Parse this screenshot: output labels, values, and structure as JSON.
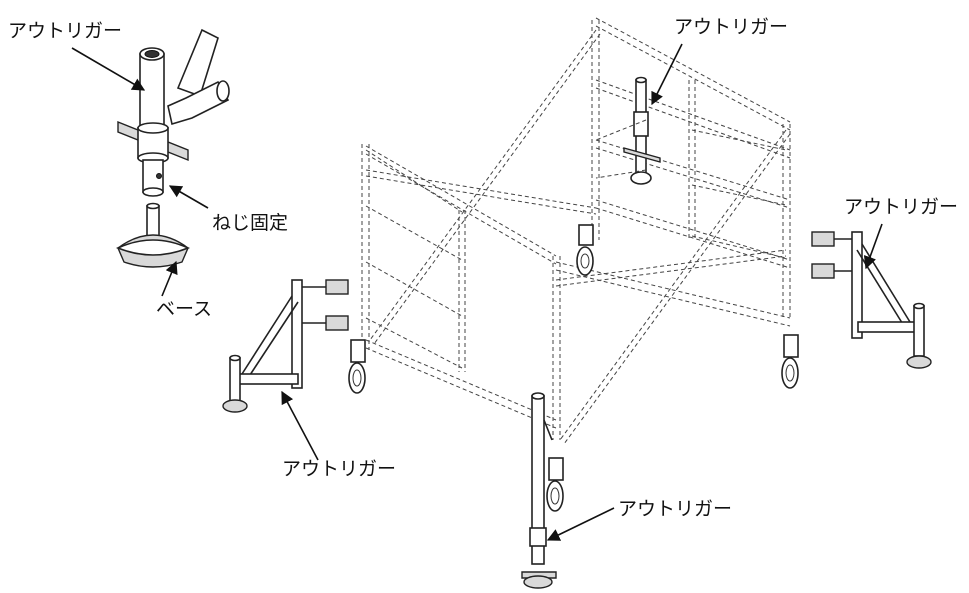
{
  "labels": {
    "outrigger_top_left": "アウトリガー",
    "outrigger_top_center": "アウトリガー",
    "outrigger_right": "アウトリガー",
    "outrigger_left_bottom": "アウトリガー",
    "outrigger_bottom_center": "アウトリガー",
    "screw_fix": "ねじ固定",
    "base": "ベース"
  }
}
